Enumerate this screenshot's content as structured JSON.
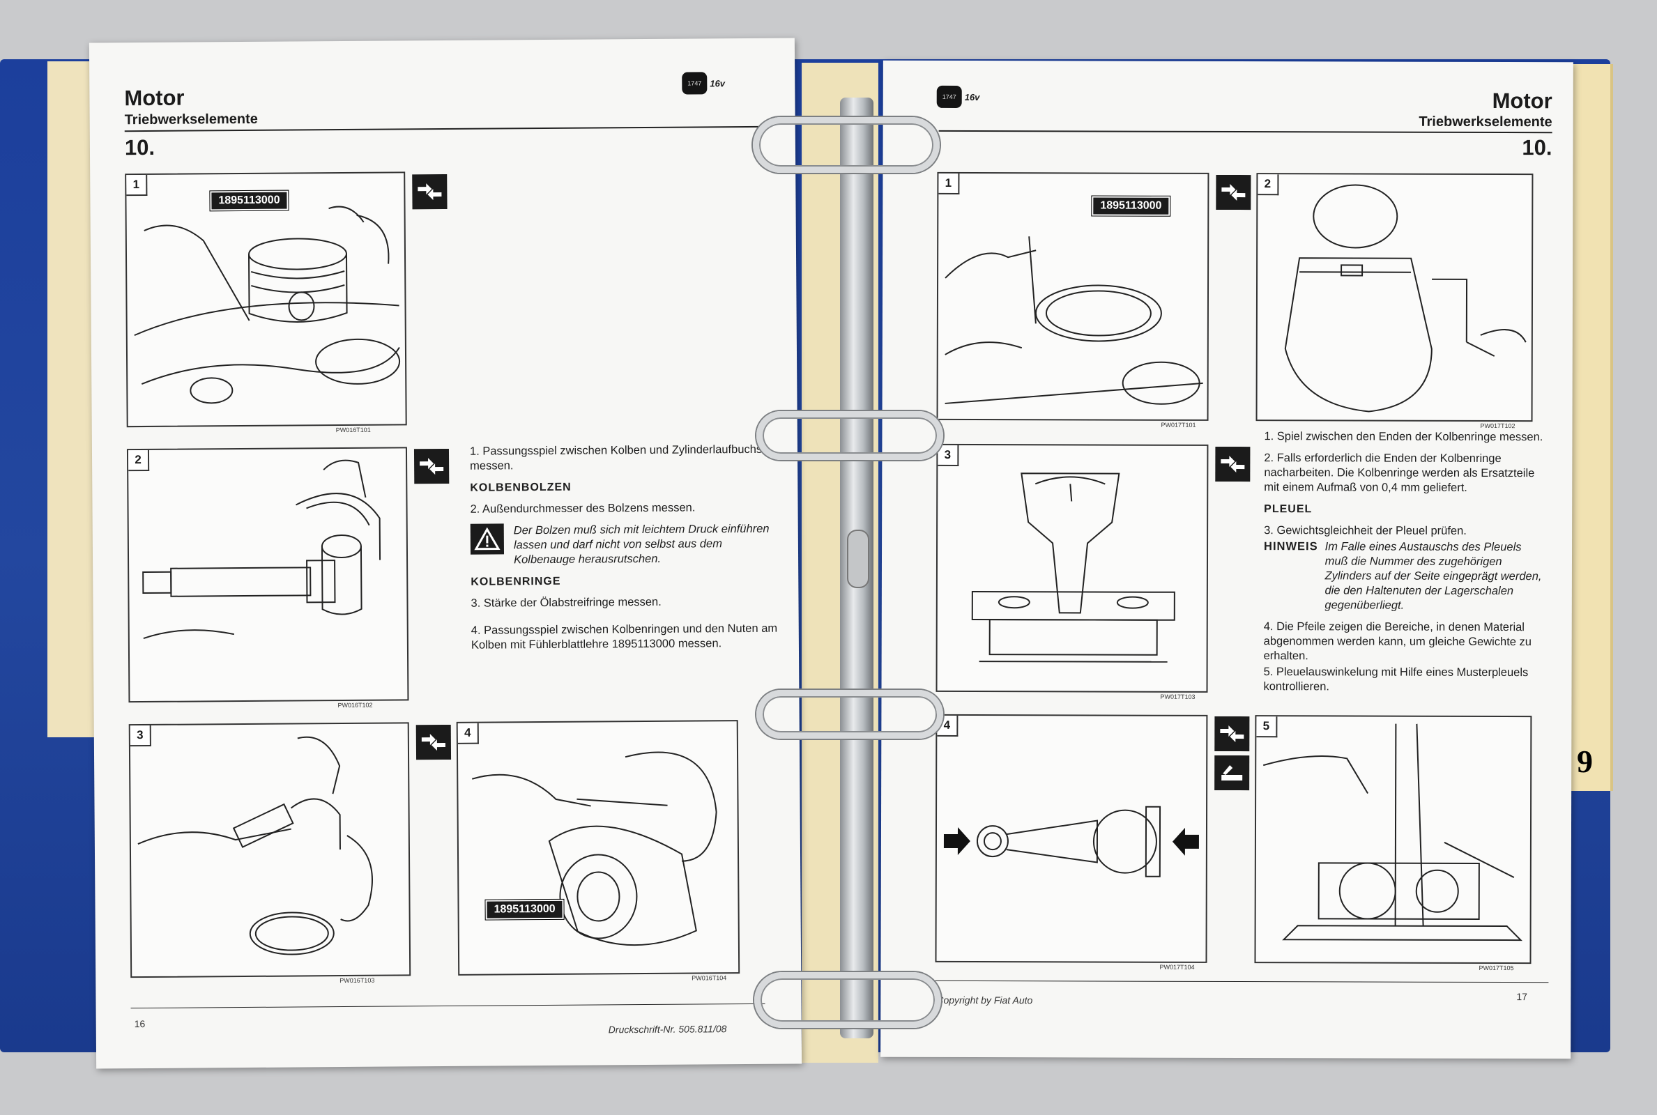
{
  "left_page": {
    "title": "Motor",
    "subtitle": "Triebwerkselemente",
    "section": "10.",
    "badge": {
      "code": "1747",
      "variant": "16v"
    },
    "figures": [
      {
        "num": "1",
        "code": "PW016T101",
        "part": "1895113000"
      },
      {
        "num": "2",
        "code": "PW016T102"
      },
      {
        "num": "3",
        "code": "PW016T103"
      },
      {
        "num": "4",
        "code": "PW016T104",
        "part": "1895113000"
      }
    ],
    "text": {
      "item1": "1. Passungsspiel zwischen Kolben und Zylinderlaufbuchse messen.",
      "heading_bolzen": "KOLBENBOLZEN",
      "item2": "2. Außendurchmesser des Bolzens messen.",
      "warning": "Der Bolzen muß sich mit leichtem Druck einführen lassen und darf nicht von selbst aus dem Kolbenauge herausrutschen.",
      "heading_ringe": "KOLBENRINGE",
      "item3": "3. Stärke der Ölabstreifringe messen.",
      "item4": "4. Passungsspiel zwischen Kolbenringen und den Nuten am Kolben mit Fühlerblattlehre 1895113000 messen."
    },
    "page_number": "16",
    "footer_right": "Druckschrift-Nr. 505.811/08"
  },
  "right_page": {
    "title": "Motor",
    "subtitle": "Triebwerkselemente",
    "section": "10.",
    "badge": {
      "code": "1747",
      "variant": "16v"
    },
    "figures": [
      {
        "num": "1",
        "code": "PW017T101",
        "part": "1895113000"
      },
      {
        "num": "2",
        "code": "PW017T102"
      },
      {
        "num": "3",
        "code": "PW017T103"
      },
      {
        "num": "4",
        "code": "PW017T104"
      },
      {
        "num": "5",
        "code": "PW017T105"
      }
    ],
    "text": {
      "item1": "1. Spiel zwischen den Enden der Kolbenringe messen.",
      "item2": "2. Falls erforderlich die Enden der Kolbenringe nacharbeiten. Die Kolbenringe werden als Ersatzteile mit einem Aufmaß von 0,4 mm geliefert.",
      "heading_pleuel": "PLEUEL",
      "item3": "3. Gewichtsgleichheit der Pleuel prüfen.",
      "hinweis_label": "HINWEIS",
      "hinweis": "Im Falle eines Austauschs des Pleuels muß die Nummer des zugehörigen Zylinders auf der Seite eingeprägt werden, die den Haltenuten der Lagerschalen gegenüberliegt.",
      "item4": "4. Die Pfeile zeigen die Bereiche, in denen Material abgenommen werden kann, um gleiche Gewichte zu erhalten.",
      "item5": "5. Pleuelauswinkelung mit Hilfe eines Musterpleuels kontrollieren."
    },
    "footer_left": "Copyright by Fiat Auto",
    "page_number": "17"
  },
  "tab_label": "9"
}
